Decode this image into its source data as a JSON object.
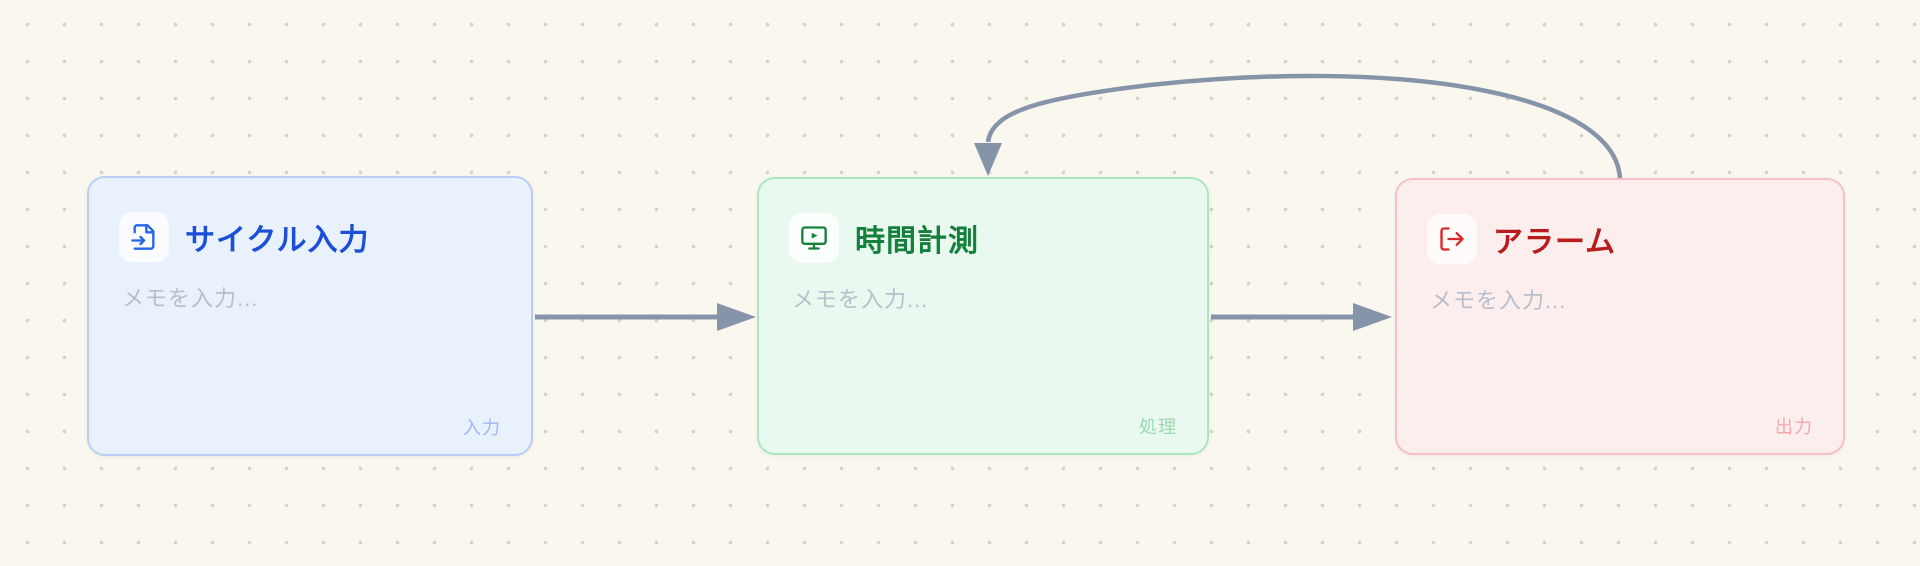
{
  "canvas": {
    "background_color": "#faf7ef",
    "dot_color": "#d8d2c5"
  },
  "nodes": [
    {
      "title": "サイクル入力",
      "note_placeholder": "メモを入力...",
      "type_label": "入力",
      "icon": "file-input-icon",
      "colors": {
        "background": "#e9f1fd",
        "border": "#b9cdf7",
        "title": "#1c4fd8",
        "type_label": "#9db5f2",
        "icon": "#2563eb"
      }
    },
    {
      "title": "時間計測",
      "note_placeholder": "メモを入力...",
      "type_label": "処理",
      "icon": "monitor-play-icon",
      "colors": {
        "background": "#e9f9ef",
        "border": "#aae7c1",
        "title": "#157f3c",
        "type_label": "#99d9ae",
        "icon": "#16803d"
      }
    },
    {
      "title": "アラーム",
      "note_placeholder": "メモを入力...",
      "type_label": "出力",
      "icon": "log-out-icon",
      "colors": {
        "background": "#fdeeee",
        "border": "#f6c0c6",
        "title": "#b91c1c",
        "type_label": "#f4a7ae",
        "icon": "#dc2626"
      }
    }
  ],
  "edges": {
    "color": "#8694aa",
    "connections": [
      {
        "from": "サイクル入力",
        "to": "時間計測",
        "style": "straight-arrow"
      },
      {
        "from": "時間計測",
        "to": "アラーム",
        "style": "straight-arrow"
      },
      {
        "from": "アラーム",
        "to": "時間計測",
        "style": "curved-feedback-arrow"
      }
    ]
  }
}
